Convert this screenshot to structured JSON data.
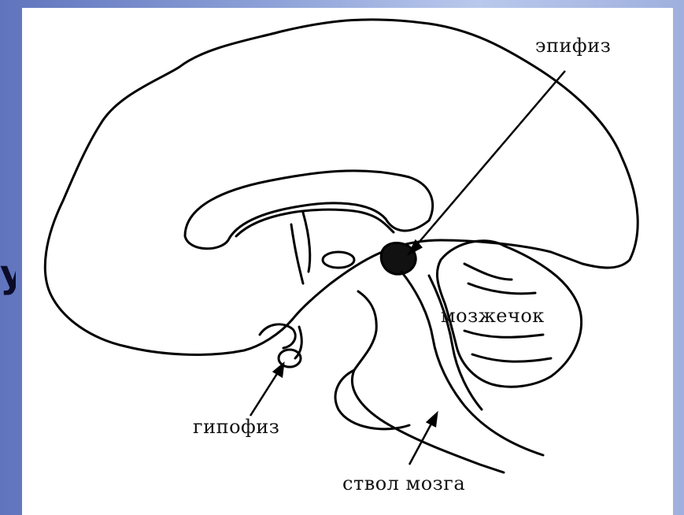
{
  "labels": {
    "epiphysis": "эпифиз",
    "cerebellum": "мозжечок",
    "hypophysis": "гипофиз",
    "brainstem": "ствол мозга"
  },
  "side_fragment": "у",
  "colors": {
    "background_left": "#5f74bd",
    "background_right": "#b9c8ec",
    "line": "#000000"
  }
}
